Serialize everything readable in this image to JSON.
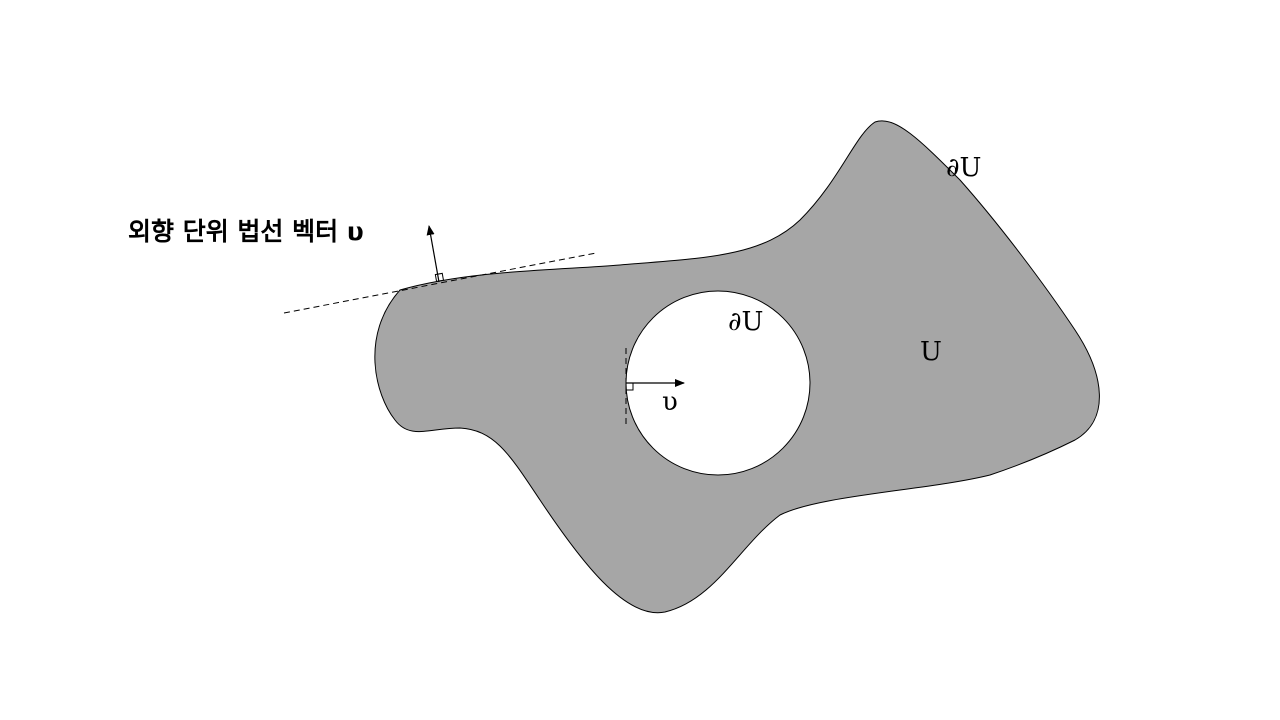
{
  "diagram": {
    "normal_caption": "외향 단위 법선 벡터 υ",
    "boundary_outer": "∂U",
    "boundary_inner": "∂U",
    "region": "U",
    "normal_symbol": "υ",
    "colors": {
      "region_fill": "#a6a6a6",
      "hole_fill": "#ffffff",
      "stroke": "#000000"
    }
  }
}
